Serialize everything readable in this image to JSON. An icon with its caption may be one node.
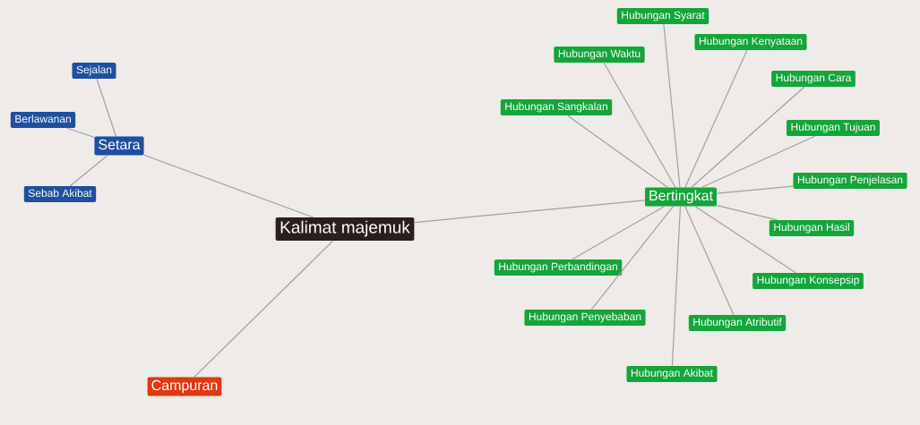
{
  "diagram": {
    "nodes": [
      {
        "text": [
          "Kalimat majemuk"
        ]
      },
      {
        "text": [
          "Setara"
        ]
      },
      {
        "text": [
          "Sejalan"
        ]
      },
      {
        "text": [
          "Berlawanan"
        ]
      },
      {
        "text": [
          "Sebab Akibat"
        ]
      },
      {
        "text": [
          "Bertingkat"
        ]
      },
      {
        "text": [
          "Hubungan Syarat"
        ]
      },
      {
        "text": [
          "Hubungan Waktu"
        ]
      },
      {
        "text": [
          "Hubungan Kenyataan"
        ]
      },
      {
        "text": [
          "Hubungan Cara"
        ]
      },
      {
        "text": [
          "Hubungan Sangkalan"
        ]
      },
      {
        "text": [
          "Hubungan Tujuan"
        ]
      },
      {
        "text": [
          "Hubungan Penjelasan"
        ]
      },
      {
        "text": [
          "Hubungan Hasil"
        ]
      },
      {
        "text": [
          "Hubungan Perbandingan"
        ]
      },
      {
        "text": [
          "Hubungan Konsepsip"
        ]
      },
      {
        "text": [
          "Hubungan Penyebaban"
        ]
      },
      {
        "text": [
          "Hubungan Atributif"
        ]
      },
      {
        "text": [
          "Hubungan Akibat"
        ]
      },
      {
        "text": [
          "Campuran"
        ]
      }
    ],
    "edges": [
      {
        "from": 0,
        "to": 1,
        "arrow": "none"
      },
      {
        "from": 1,
        "to": 2,
        "arrow": "none"
      },
      {
        "from": 1,
        "to": 3,
        "arrow": "none"
      },
      {
        "from": 1,
        "to": 4,
        "arrow": "none"
      },
      {
        "from": 0,
        "to": 5,
        "arrow": "none"
      },
      {
        "from": 5,
        "to": 6,
        "arrow": "none"
      },
      {
        "from": 5,
        "to": 7,
        "arrow": "none"
      },
      {
        "from": 5,
        "to": 8,
        "arrow": "none"
      },
      {
        "from": 5,
        "to": 9,
        "arrow": "none"
      },
      {
        "from": 5,
        "to": 10,
        "arrow": "none"
      },
      {
        "from": 5,
        "to": 11,
        "arrow": "none"
      },
      {
        "from": 5,
        "to": 12,
        "arrow": "none"
      },
      {
        "from": 5,
        "to": 13,
        "arrow": "none"
      },
      {
        "from": 5,
        "to": 14,
        "arrow": "none"
      },
      {
        "from": 5,
        "to": 15,
        "arrow": "none"
      },
      {
        "from": 5,
        "to": 16,
        "arrow": "none"
      },
      {
        "from": 5,
        "to": 17,
        "arrow": "none"
      },
      {
        "from": 5,
        "to": 18,
        "arrow": "none"
      },
      {
        "from": 0,
        "to": 19,
        "arrow": "none"
      }
    ]
  }
}
